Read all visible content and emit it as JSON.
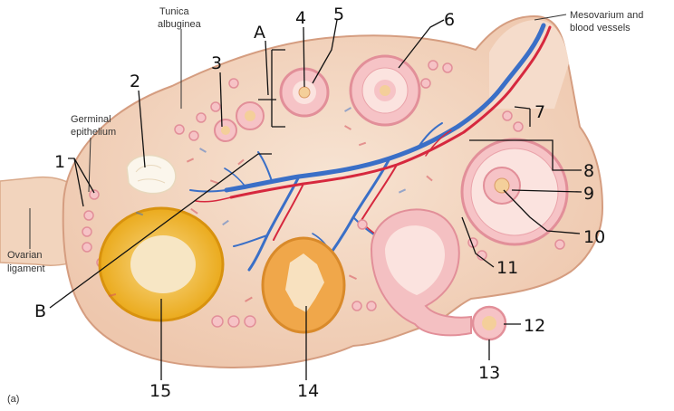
{
  "figure": {
    "panel_letter": "(a)",
    "printed_labels": {
      "tunica_albuginea": [
        "Tunica",
        "albuginea"
      ],
      "germinal_epithelium": [
        "Germinal",
        "epithelium"
      ],
      "ovarian_ligament": [
        "Ovarian",
        "ligament"
      ],
      "mesovarium": [
        "Mesovarium and",
        "blood vessels"
      ]
    },
    "handwritten_labels": {
      "A": "A",
      "B": "B",
      "n1": "1",
      "n2": "2",
      "n3": "3",
      "n4": "4",
      "n5": "5",
      "n6": "6",
      "n7": "7",
      "n8": "8",
      "n9": "9",
      "n10": "10",
      "n11": "11",
      "n12": "12",
      "n13": "13",
      "n14": "14",
      "n15": "15"
    }
  },
  "colors": {
    "ovary_fill": "#f3d9c4",
    "ovary_edge": "#d9a98a",
    "follicle_ring": "#e7909a",
    "follicle_fill": "#f6c3c6",
    "antrum": "#fbe3df",
    "oocyte": "#f4cf9a",
    "vein": "#3a6fc7",
    "artery": "#d6283e",
    "corpus_luteum": "#f2b41e",
    "corpus_albicans": "#fbf6ec"
  }
}
